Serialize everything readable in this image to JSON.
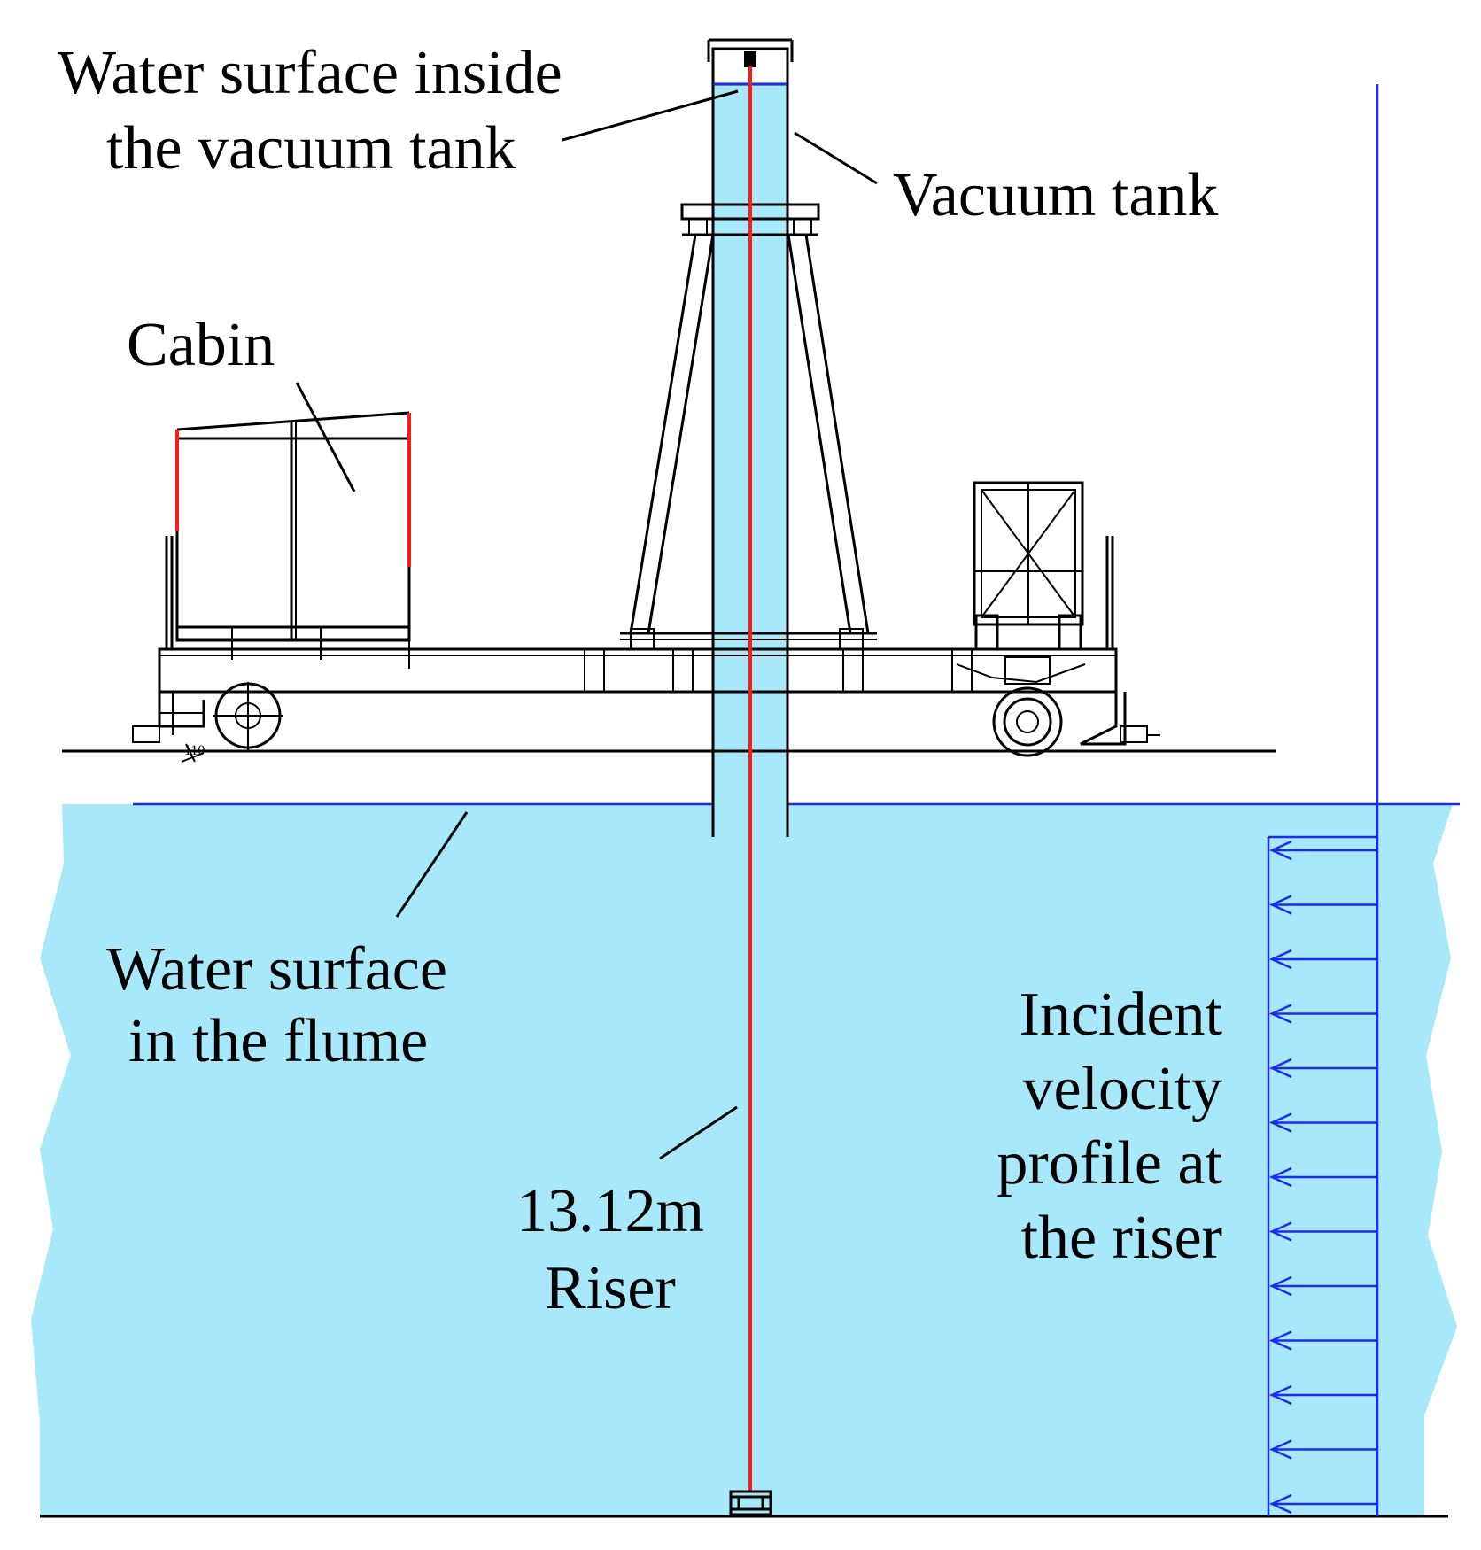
{
  "labels": {
    "water_surface_tank_line1": "Water surface inside",
    "water_surface_tank_line2": "the vacuum tank",
    "vacuum_tank": "Vacuum tank",
    "cabin": "Cabin",
    "water_surface_flume_line1": "Water surface",
    "water_surface_flume_line2": "in the flume",
    "riser_length": "13.12m",
    "riser": "Riser",
    "incident_line1": "Incident",
    "incident_line2": "velocity",
    "incident_line3": "profile at",
    "incident_line4": "the riser",
    "small_mark": "110"
  },
  "colors": {
    "water": "#a8e8fb",
    "riser": "#ff1a1a",
    "velocity": "#1a2cf0",
    "structure": "#000000"
  },
  "velocity_profile": {
    "arrow_count": 13,
    "direction": "left",
    "distribution": "uniform"
  }
}
